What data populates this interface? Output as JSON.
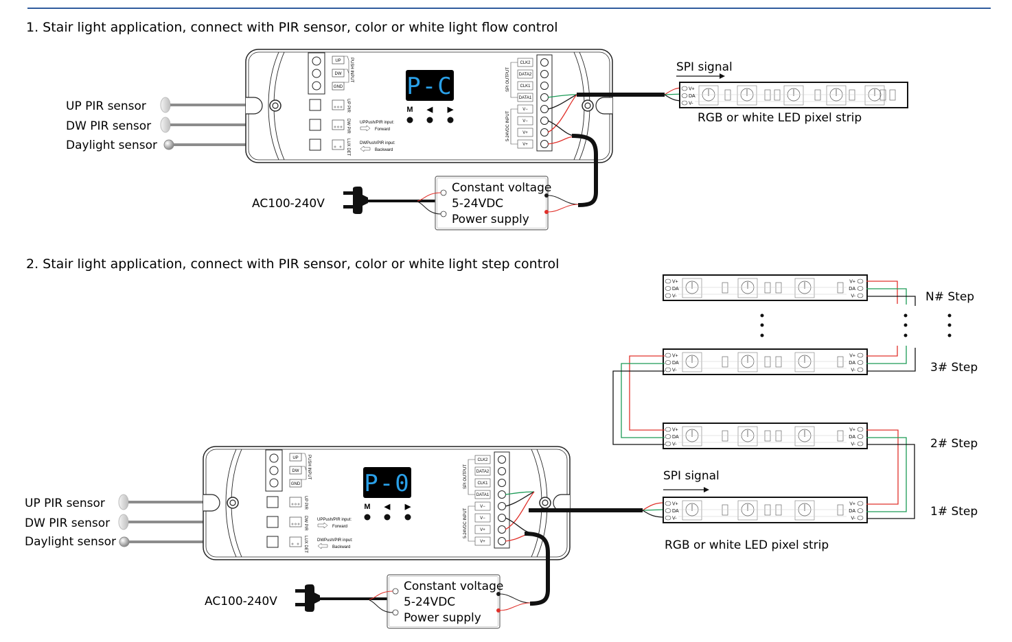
{
  "colors": {
    "rule": "#2e5a9c",
    "wire_red": "#e0302a",
    "wire_green": "#1a9a55",
    "wire_black": "#1a1a1a",
    "sensor_cable": "#8c8c8c",
    "display_bg": "#000000",
    "display_digits": "#2aa0e8"
  },
  "section1": {
    "title": "1. Stair light application, connect with PIR sensor, color or white light flow control",
    "sensors": [
      "UP PIR sensor",
      "DW PIR sensor",
      "Daylight sensor"
    ],
    "controller": {
      "display": "P-C",
      "buttons": [
        "M",
        "◀",
        "▶"
      ],
      "push_input_label": "PUSH INPUT",
      "push_terminals": [
        "UP",
        "DW",
        "GND"
      ],
      "sensor_port_labels": [
        "UP PIR",
        "DW PIR",
        "LUX DET"
      ],
      "up_note": "UPPush/PIR input:",
      "up_dir": "Forward",
      "dw_note": "DWPush/PIR input:",
      "dw_dir": "Backward",
      "spi_output_label": "SPI OUTPUT",
      "spi_terminals": [
        "CLK2",
        "DATA2",
        "CLK1",
        "DATA1"
      ],
      "power_input_label": "5-24VDC INPUT",
      "power_terminals": [
        "V−",
        "V−",
        "V+",
        "V+"
      ]
    },
    "spi_signal": "SPI signal",
    "strip_label": "RGB or white LED pixel strip",
    "strip_pins": [
      "V+",
      "DA",
      "V-"
    ],
    "ac_label": "AC100-240V",
    "psu_lines": [
      "Constant voltage",
      "5-24VDC",
      "Power supply"
    ]
  },
  "section2": {
    "title": "2. Stair light application, connect with PIR sensor, color or white light step control",
    "sensors": [
      "UP PIR sensor",
      "DW PIR sensor",
      "Daylight sensor"
    ],
    "controller": {
      "display": "P-0",
      "buttons": [
        "M",
        "◀",
        "▶"
      ],
      "push_input_label": "PUSH INPUT",
      "push_terminals": [
        "UP",
        "DW",
        "GND"
      ],
      "sensor_port_labels": [
        "UP PIR",
        "DW PIR",
        "LUX DET"
      ],
      "up_note": "UPPush/PIR input:",
      "up_dir": "Forward",
      "dw_note": "DWPush/PIR input:",
      "dw_dir": "Backward",
      "spi_output_label": "SPI OUTPUT",
      "spi_terminals": [
        "CLK2",
        "DATA2",
        "CLK1",
        "DATA1"
      ],
      "power_input_label": "5-24VDC INPUT",
      "power_terminals": [
        "V−",
        "V−",
        "V+",
        "V+"
      ]
    },
    "spi_signal": "SPI signal",
    "strip_label": "RGB or white LED pixel strip",
    "strip_pins": [
      "V+",
      "DA",
      "V-"
    ],
    "steps": [
      "N# Step",
      "3# Step",
      "2# Step",
      "1# Step"
    ],
    "ac_label": "AC100-240V",
    "psu_lines": [
      "Constant voltage",
      "5-24VDC",
      "Power supply"
    ]
  }
}
